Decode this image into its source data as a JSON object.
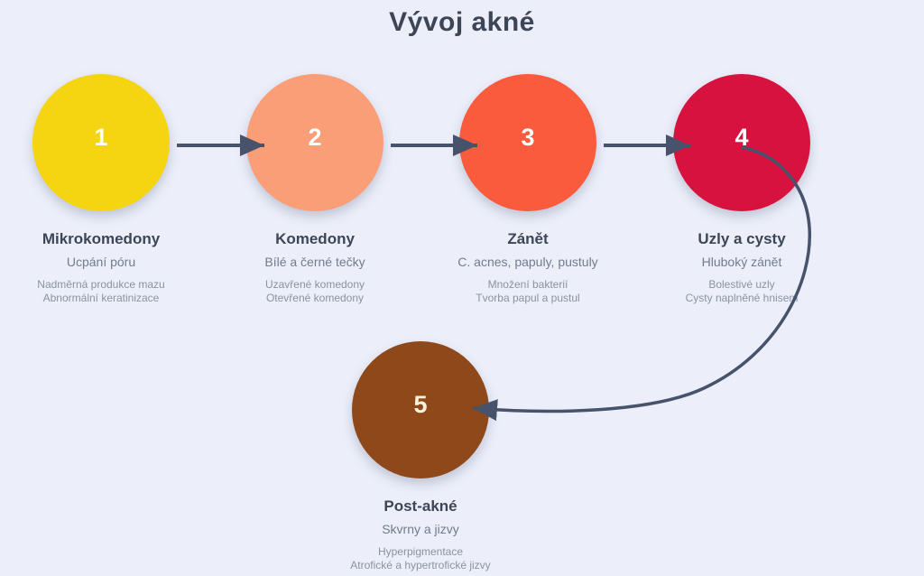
{
  "title": "Vývoj akné",
  "colors": {
    "background": "#ECEFFA",
    "heading": "#3D4656",
    "subtitle": "#717C8D",
    "detail": "#8A92A1",
    "connector": "#47526B"
  },
  "stages": [
    {
      "number": "1",
      "color": "#F5D411",
      "number_color": "#FFFFFF",
      "name": "Mikrokomedony",
      "subtitle": "Ucpání póru",
      "details": [
        "Nadměrná produkce mazu",
        "Abnormální keratinizace"
      ]
    },
    {
      "number": "2",
      "color": "#FA9E78",
      "number_color": "#FFFFFF",
      "name": "Komedony",
      "subtitle": "Bílé a černé tečky",
      "details": [
        "Uzavřené komedony",
        "Otevřené komedony"
      ]
    },
    {
      "number": "3",
      "color": "#FA5B3D",
      "number_color": "#FFFFFF",
      "name": "Zánět",
      "subtitle": "C. acnes, papuly, pustuly",
      "details": [
        "Množení bakterií",
        "Tvorba papul a pustul"
      ]
    },
    {
      "number": "4",
      "color": "#D8123E",
      "number_color": "#FFFFFF",
      "name": "Uzly a cysty",
      "subtitle": "Hluboký zánět",
      "details": [
        "Bolestivé uzly",
        "Cysty naplněné hnisem"
      ]
    },
    {
      "number": "5",
      "color": "#8F4819",
      "number_color": "#FAF3DF",
      "name": "Post-akné",
      "subtitle": "Skvrny a jizvy",
      "details": [
        "Hyperpigmentace",
        "Atrofické a hypertrofické jizvy"
      ]
    }
  ]
}
